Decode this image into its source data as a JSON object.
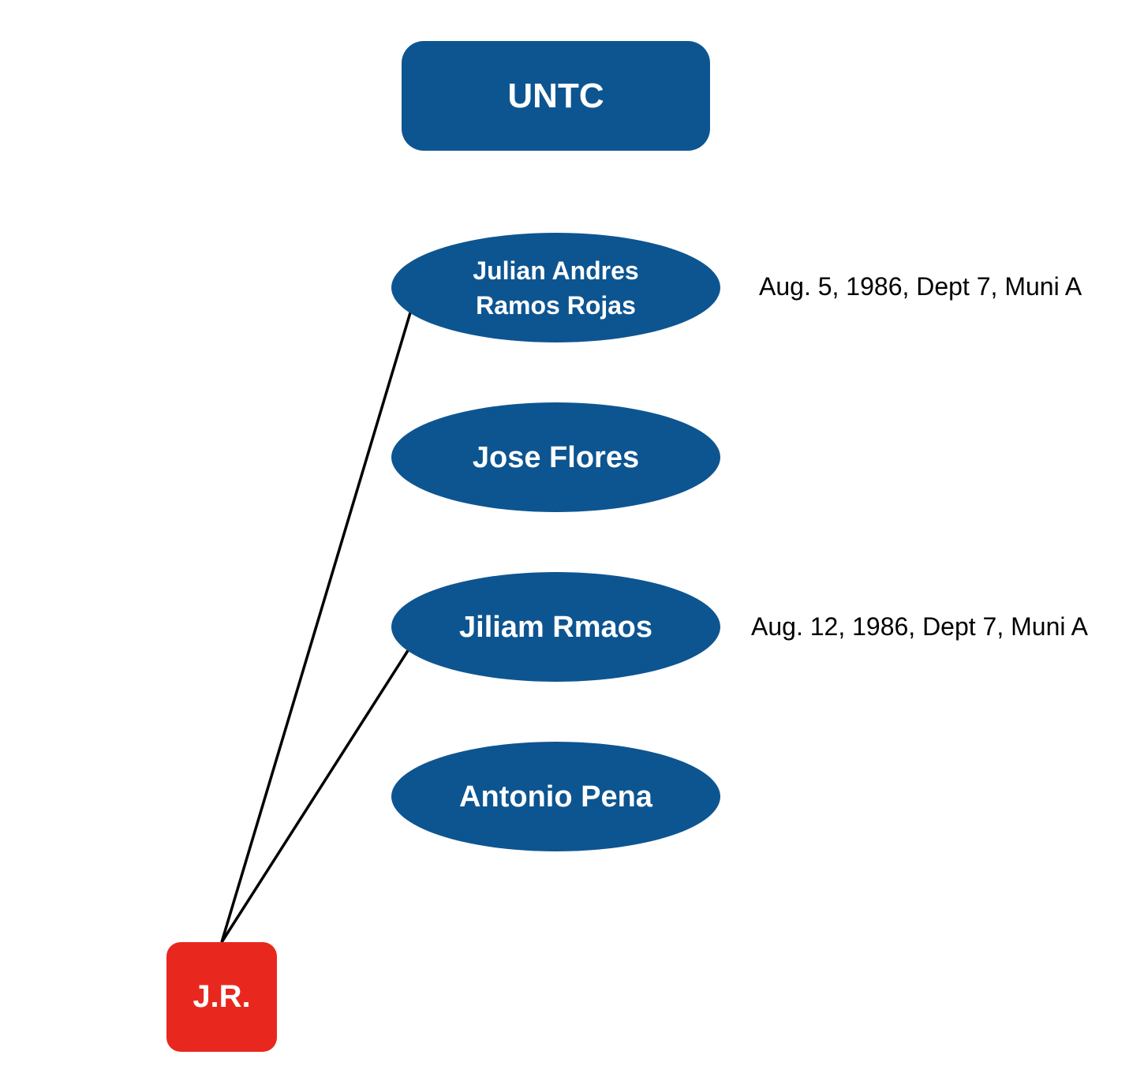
{
  "organization": {
    "label": "UNTC",
    "color": "#0d5591"
  },
  "people": [
    {
      "name": "Julian Andres Ramos Rojas",
      "note": "Aug. 5, 1986, Dept 7, Muni A"
    },
    {
      "name": "Jose Flores",
      "note": ""
    },
    {
      "name": "Jiliam Rmaos",
      "note": "Aug. 12, 1986, Dept 7, Muni A"
    },
    {
      "name": "Antonio Pena",
      "note": ""
    }
  ],
  "subject": {
    "label": "J.R.",
    "color": "#e8281f"
  },
  "links": [
    {
      "from": "J.R.",
      "to": "Julian Andres Ramos Rojas"
    },
    {
      "from": "J.R.",
      "to": "Jiliam Rmaos"
    }
  ]
}
